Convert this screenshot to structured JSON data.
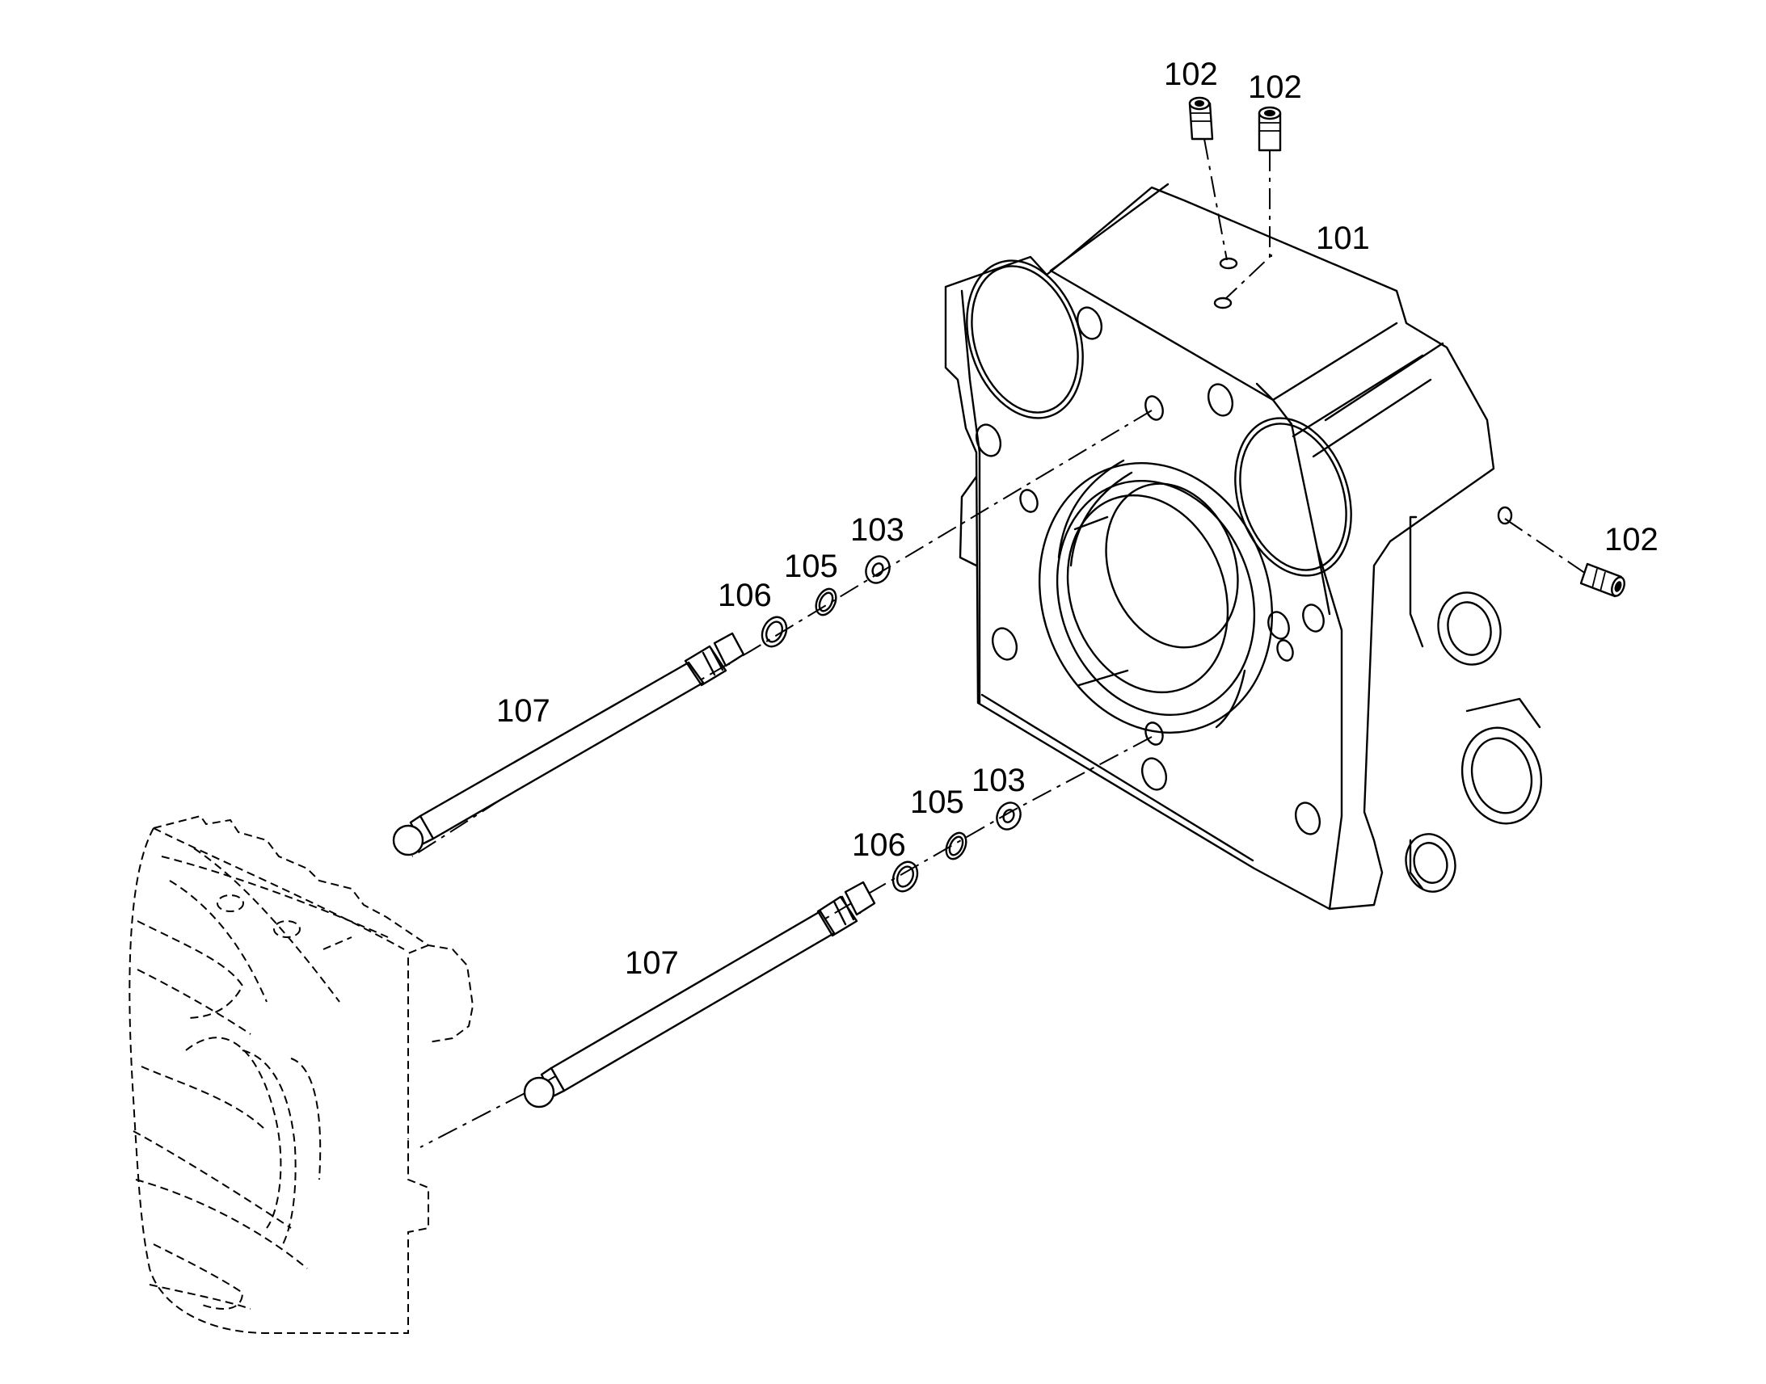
{
  "labels": {
    "part_101": "101",
    "part_102_a": "102",
    "part_102_b": "102",
    "part_102_c": "102",
    "part_103_upper": "103",
    "part_103_lower": "103",
    "part_105_upper": "105",
    "part_105_lower": "105",
    "part_106_upper": "106",
    "part_106_lower": "106",
    "part_107_upper": "107",
    "part_107_lower": "107"
  },
  "colors": {
    "line": "#000000",
    "background": "#ffffff"
  }
}
